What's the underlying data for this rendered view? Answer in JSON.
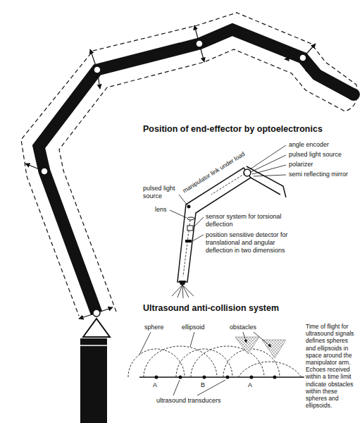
{
  "diagram": {
    "labels": [
      "Position of end-effector by optoelectronics",
      "angle encoder",
      "pulsed light source",
      "polarizer",
      "semi reflecting mirror",
      "manipulator link under load",
      "pulsed light source",
      "lens",
      "sensor system for torsional deflection",
      "position sensitive detector for translational and angular deflection in two dimensions",
      "Ultrasound anti-collision system",
      "sphere",
      "ellipsoid",
      "obstacles",
      "A",
      "B",
      "A",
      "ultrasound transducers",
      "Time of flight for ultrasound signals defines spheres and ellipsoids in space around the manipulator arm. Echoes received within a time limit indicate obstacles within these spheres and ellipsoids."
    ]
  }
}
